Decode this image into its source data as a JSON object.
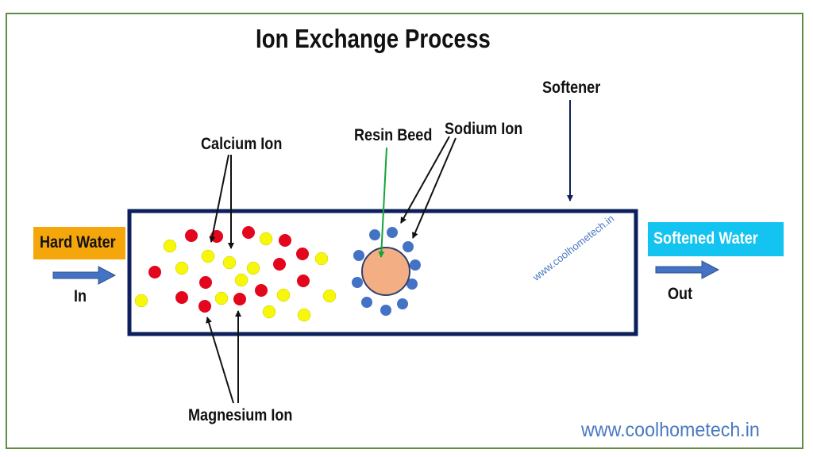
{
  "title": "Ion Exchange Process",
  "labels": {
    "softener": "Softener",
    "calcium_ion": "Calcium Ion",
    "resin_bead": "Resin Beed",
    "sodium_ion": "Sodium Ion",
    "magnesium_ion": "Magnesium Ion",
    "hard_water": "Hard Water",
    "softened_water": "Softened Water",
    "in": "In",
    "out": "Out"
  },
  "watermarks": {
    "diagonal": "www.coolhometech.in",
    "bottom": "www.coolhometech.in"
  },
  "colors": {
    "frame_border": "#5f8d43",
    "vessel_border": "#0d1f5c",
    "calcium_ion": "#f7f70a",
    "magnesium_ion": "#e3061c",
    "resin_bead": "#f4ae84",
    "sodium_ion": "#4472c4",
    "flow_arrow": "#4472c4",
    "hard_water_box": "#f5a60a",
    "softened_water_box": "#13c3f0",
    "resin_pointer": "#13a538",
    "watermark": "#4a79c2"
  }
}
